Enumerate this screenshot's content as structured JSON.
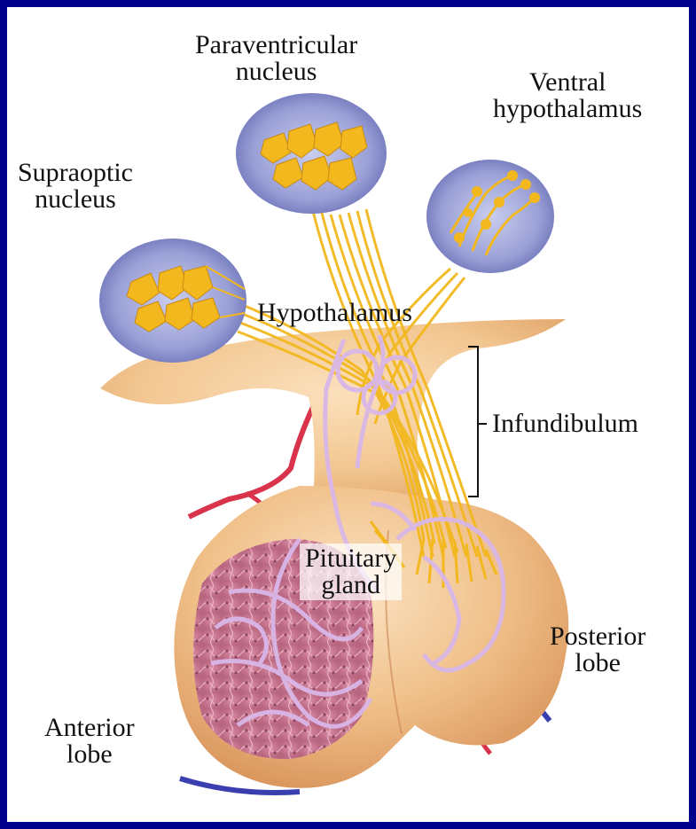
{
  "colors": {
    "frame": "#00008B",
    "tissue": "#f2c690",
    "tissue_shadow": "#e0a36a",
    "nucleus_oval": "#8f95cf",
    "neurons": "#f2b81e",
    "capillaries": "#d9b7e8",
    "anterior_lobe_tissue": "#c97a95",
    "artery": "#d9344c",
    "vein": "#3a3fb0"
  },
  "labels": {
    "paraventricular": [
      "Paraventricular",
      "nucleus"
    ],
    "ventral": [
      "Ventral",
      "hypothalamus"
    ],
    "supraoptic": [
      "Supraoptic",
      "nucleus"
    ],
    "hypothalamus": "Hypothalamus",
    "infundibulum": "Infundibulum",
    "pituitary": [
      "Pituitary",
      "gland"
    ],
    "posterior": [
      "Posterior",
      "lobe"
    ],
    "anterior": [
      "Anterior",
      "lobe"
    ]
  }
}
